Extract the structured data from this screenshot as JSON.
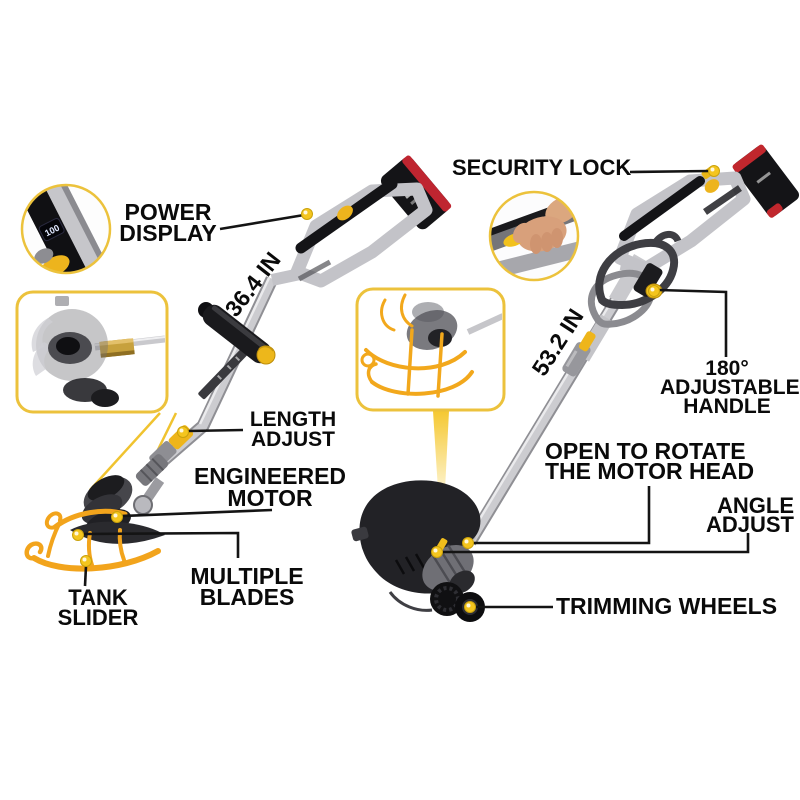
{
  "callouts": {
    "power_display": {
      "line1": "POWER",
      "line2": "DISPLAY"
    },
    "security_lock": {
      "line1": "SECURITY LOCK"
    },
    "length_adjust": {
      "line1": "LENGTH",
      "line2": "ADJUST"
    },
    "engineered_motor": {
      "line1": "ENGINEERED",
      "line2": "MOTOR"
    },
    "multiple_blades": {
      "line1": "MULTIPLE",
      "line2": "BLADES"
    },
    "tank_slider": {
      "line1": "TANK",
      "line2": "SLIDER"
    },
    "adjustable_handle": {
      "line1": "180°",
      "line2": "ADJUSTABLE",
      "line3": "HANDLE"
    },
    "open_rotate": {
      "line1": "OPEN TO ROTATE",
      "line2": "THE MOTOR HEAD"
    },
    "angle_adjust": {
      "line1": "ANGLE",
      "line2": "ADJUST"
    },
    "trimming_wheels": {
      "line1": "TRIMMING WHEELS"
    }
  },
  "measurements": {
    "left_trimmer_length": "36.4 IN",
    "right_trimmer_length": "53.2 IN"
  },
  "insets": {
    "power_display_closeup": {
      "depicts": "power-display-screen",
      "led_value": "100"
    },
    "blade_head_closeup": {
      "depicts": "multi-blade-motor-head"
    },
    "rotating_head_closeup": {
      "depicts": "rotating-trimmer-head-with-guard"
    },
    "hand_grip_closeup": {
      "depicts": "hand-pressing-security-lock"
    }
  },
  "colors": {
    "background": "#ffffff",
    "label_text": "#0a0a0a",
    "callout_line": "#141414",
    "marker_yellow": "#f4c51e",
    "inset_border": "#ecc23c",
    "guard_orange": "#f2a51c",
    "accent_yellow": "#eeb51a",
    "body_silver": "#c7c7cb",
    "body_dark": "#1d1d20",
    "battery_red": "#c1272d"
  }
}
